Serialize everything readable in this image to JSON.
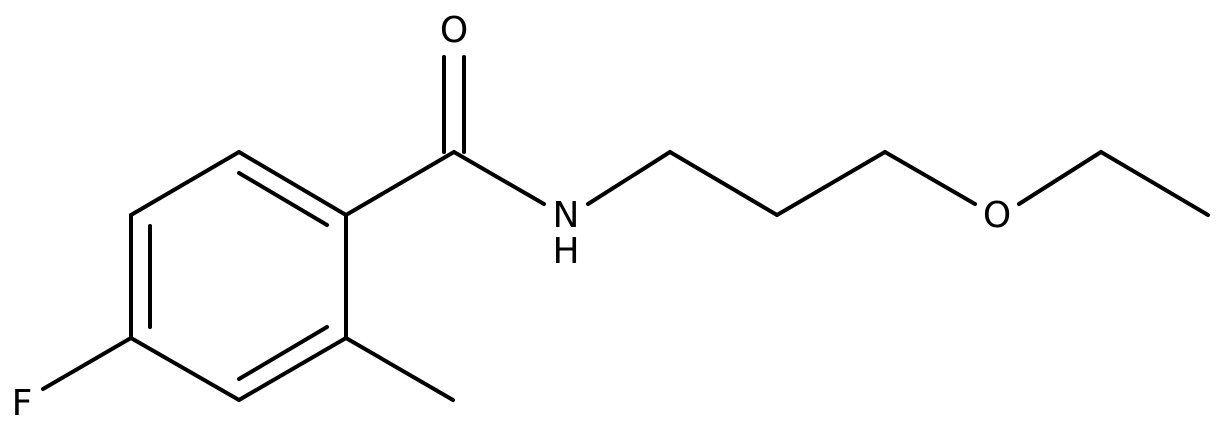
{
  "molecule": {
    "atoms": {
      "oxygen_carbonyl": "O",
      "nitrogen": "N",
      "nitrogen_hydrogen": "H",
      "oxygen_ether": "O",
      "fluorine": "F"
    },
    "colors": {
      "bonds": "#000000",
      "labels": "#000000",
      "background": "#ffffff"
    }
  }
}
